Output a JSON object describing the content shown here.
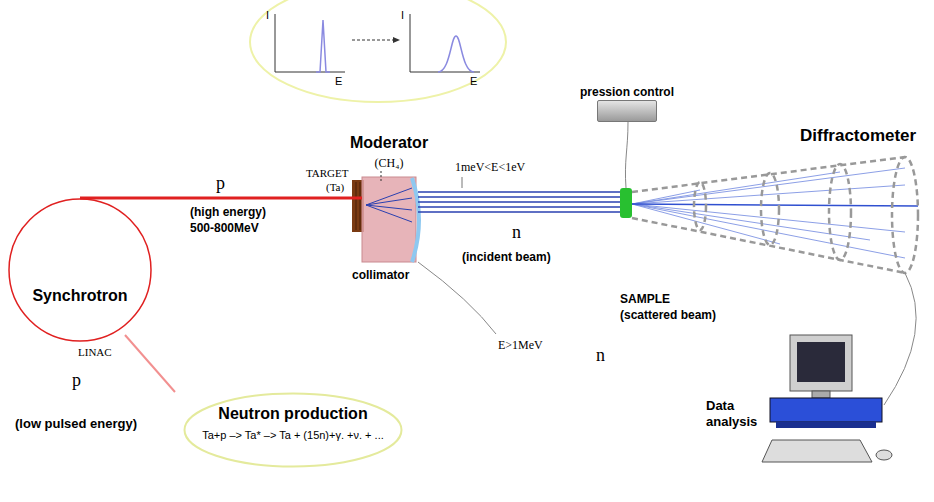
{
  "diagram": {
    "nodes": [
      {
        "text": [
          "Synchrotron"
        ]
      },
      {
        "text": [
          "Moderator",
          "(CH₄)"
        ]
      },
      {
        "text": [
          "Neutron production",
          "Ta+p –> Ta* –> Ta + (15n)+γ. +ν. + ..."
        ]
      },
      {
        "text": [
          "pression control"
        ]
      }
    ],
    "edges": [
      {
        "from": 0,
        "to": 1,
        "arrow": "none",
        "label": "p"
      }
    ],
    "labels": [
      "I",
      "E",
      "I",
      "E",
      "TARGET",
      "(Ta)",
      "1meV<E<1eV",
      "n",
      "(incident beam)",
      "collimator",
      "E>1MeV",
      "n",
      "(high energy)",
      "500-800MeV",
      "LINAC",
      "p",
      "(low pulsed energy)",
      "Diffractometer",
      "SAMPLE",
      "(scattered beam)",
      "Data analysis"
    ]
  }
}
